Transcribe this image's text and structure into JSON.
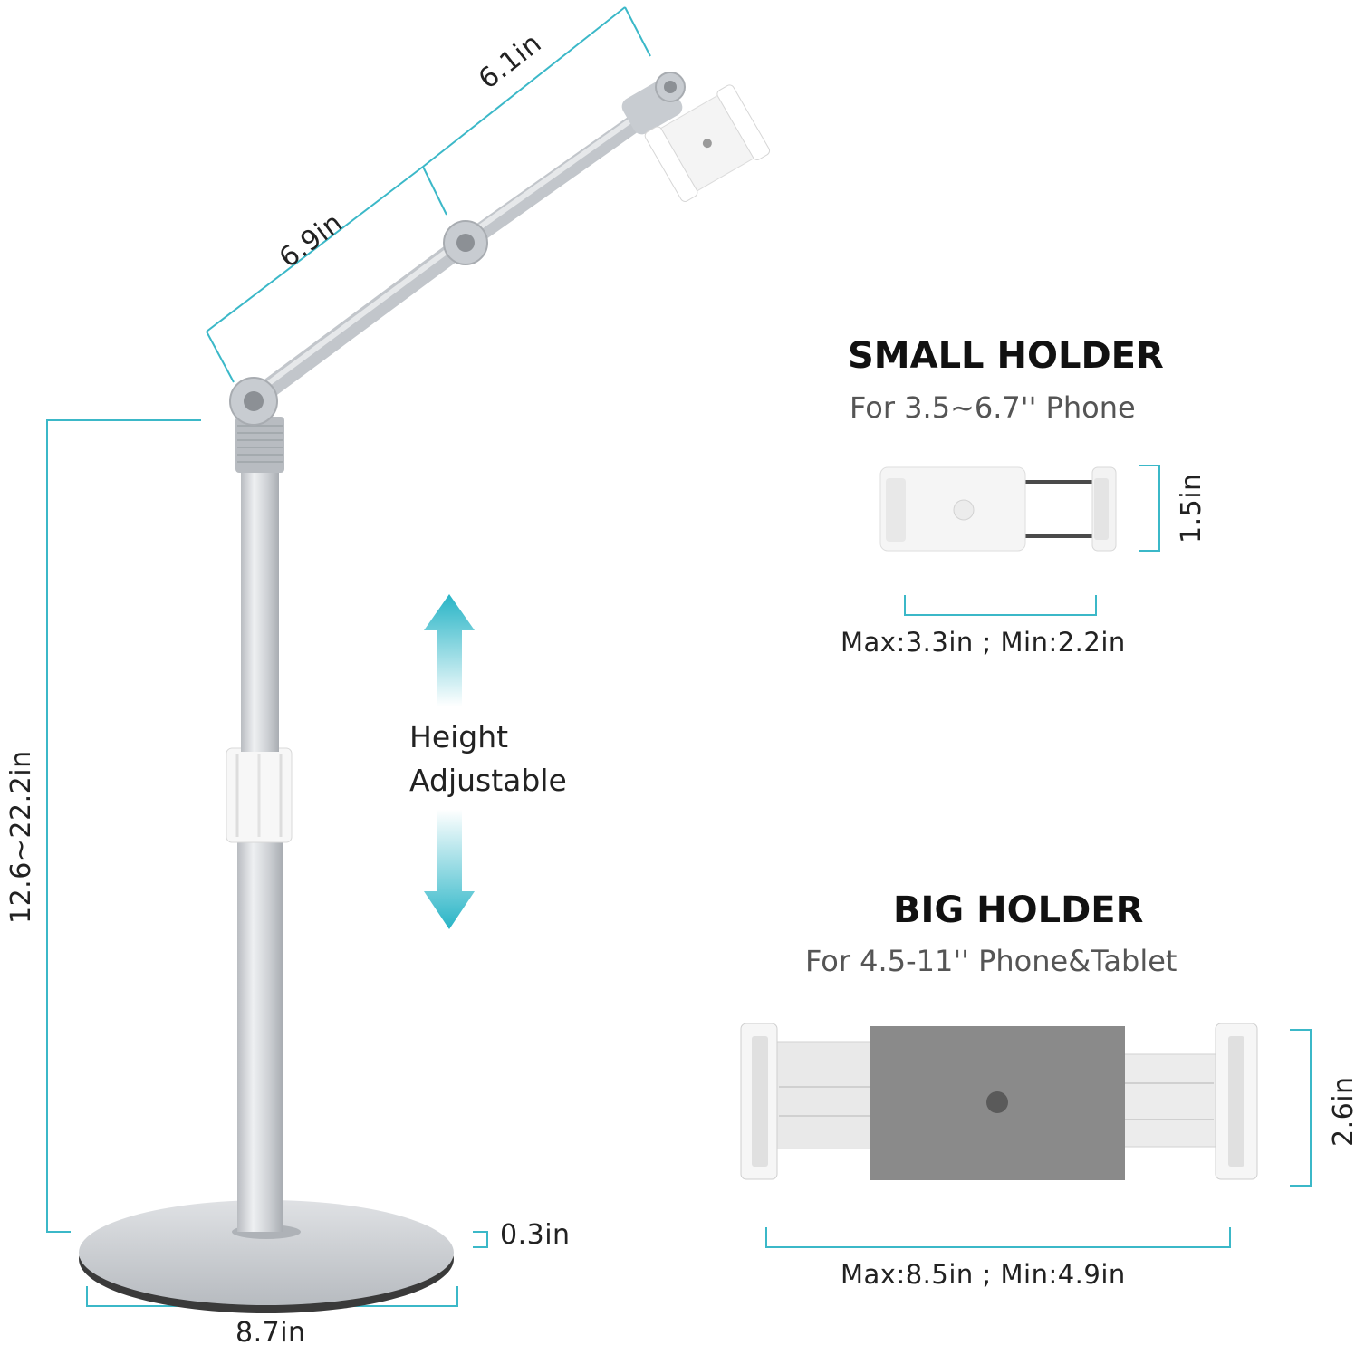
{
  "stand": {
    "arm_upper": "6.1in",
    "arm_lower": "6.9in",
    "height": "12.6~22.2in",
    "base_thickness": "0.3in",
    "base_diameter": "8.7in"
  },
  "feature": {
    "line1": "Height",
    "line2": "Adjustable"
  },
  "small_holder": {
    "title": "SMALL HOLDER",
    "subtitle": "For 3.5~6.7'' Phone",
    "height": "1.5in",
    "range": "Max:3.3in ; Min:2.2in"
  },
  "big_holder": {
    "title": "BIG HOLDER",
    "subtitle": "For 4.5-11'' Phone&Tablet",
    "height": "2.6in",
    "range": "Max:8.5in ; Min:4.9in"
  },
  "colors": {
    "dimension_line": "#3bb8c8",
    "accent_arrow": "#35b9c9",
    "aluminium": "#c9ccd0",
    "holder_grey": "#8a8a8a"
  }
}
